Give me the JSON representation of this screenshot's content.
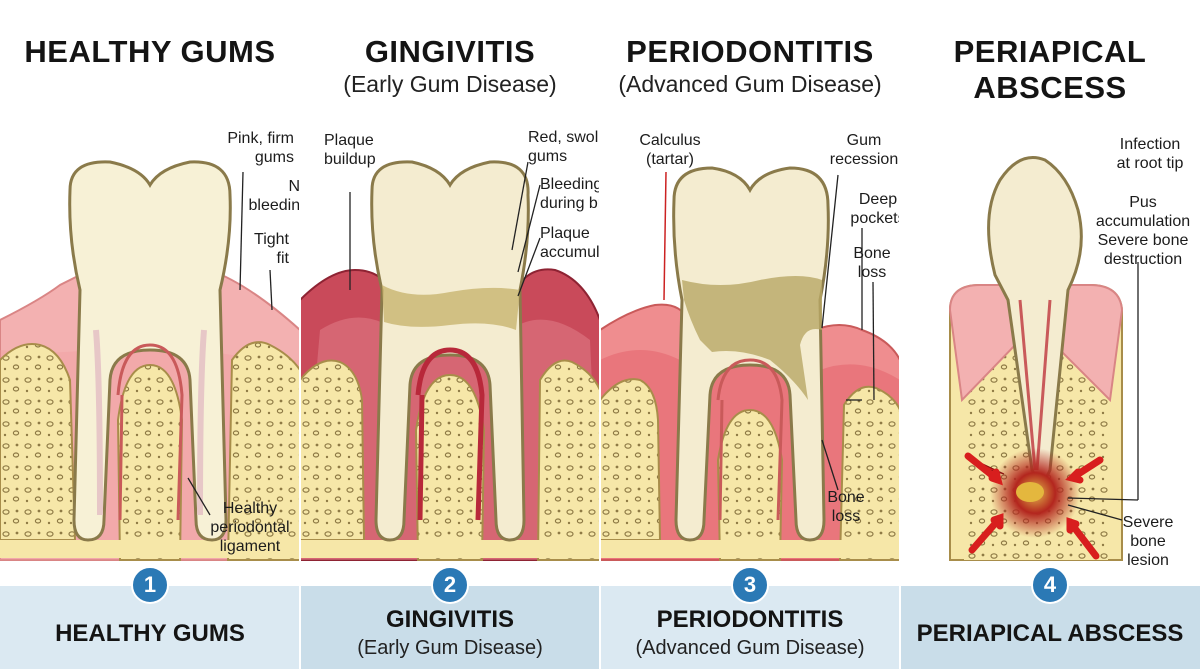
{
  "panels": [
    {
      "title": "HEALTHY GUMS",
      "subtitle": "",
      "labels": {
        "a": "Pink, firm\ngums",
        "b": "No\nbleeding",
        "c": "Tight\nfit",
        "d": "Healthy\nperiodontal\nligament"
      },
      "number": "1",
      "bottom_title": "HEALTHY GUMS",
      "bottom_subtitle": ""
    },
    {
      "title": "GINGIVITIS",
      "subtitle": "(Early Gum Disease)",
      "labels": {
        "a": "Plaque\nbuildup",
        "b": "Red, swollen\ngums",
        "c": "Bleeding\nduring brushing",
        "d": "Plaque\naccumulation"
      },
      "number": "2",
      "bottom_title": "GINGIVITIS",
      "bottom_subtitle": "(Early Gum Disease)"
    },
    {
      "title": "PERIODONTITIS",
      "subtitle": "(Advanced Gum Disease)",
      "labels": {
        "a": "Calculus\n(tartar)",
        "b": "Gum\nrecession",
        "c": "Deep\npockets",
        "d": "Bone\nloss",
        "e": "Bone\nloss"
      },
      "number": "3",
      "bottom_title": "PERIODONTITIS",
      "bottom_subtitle": "(Advanced Gum Disease)"
    },
    {
      "title": "PERIAPICAL\nABSCESS",
      "subtitle": "",
      "labels": {
        "a": "Infection\nat root tip",
        "b": "Pus\naccumulation\nSevere bone\ndestruction",
        "c": "Severe\nbone\nlesion"
      },
      "number": "4",
      "bottom_title": "PERIAPICAL ABSCESS",
      "bottom_subtitle": ""
    }
  ],
  "colors": {
    "gum_healthy": "#f2a9a9",
    "gum_inflamed": "#c9414f",
    "bone": "#f6e7a8",
    "enamel": "#f7f1d6",
    "pulp": "#f1a8a8",
    "panel_bottom_1": "#dbe9f2",
    "panel_bottom_2": "#c9dde9",
    "badge": "#2b79b5",
    "infection": "#b3261e"
  }
}
